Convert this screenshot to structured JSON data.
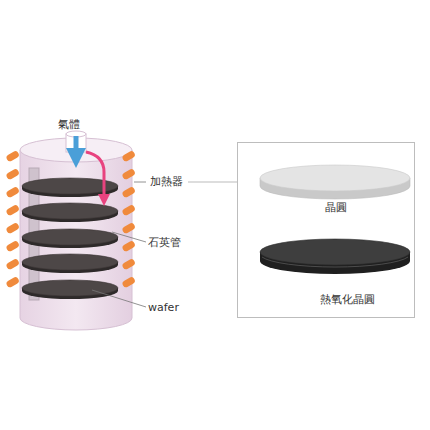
{
  "diagram": {
    "nodes": [
      {
        "text": [
          "晶圓",
          "熱氧化晶圓"
        ]
      }
    ],
    "labels": [
      "氣體",
      "加熱器",
      "石英管",
      "wafer"
    ]
  }
}
